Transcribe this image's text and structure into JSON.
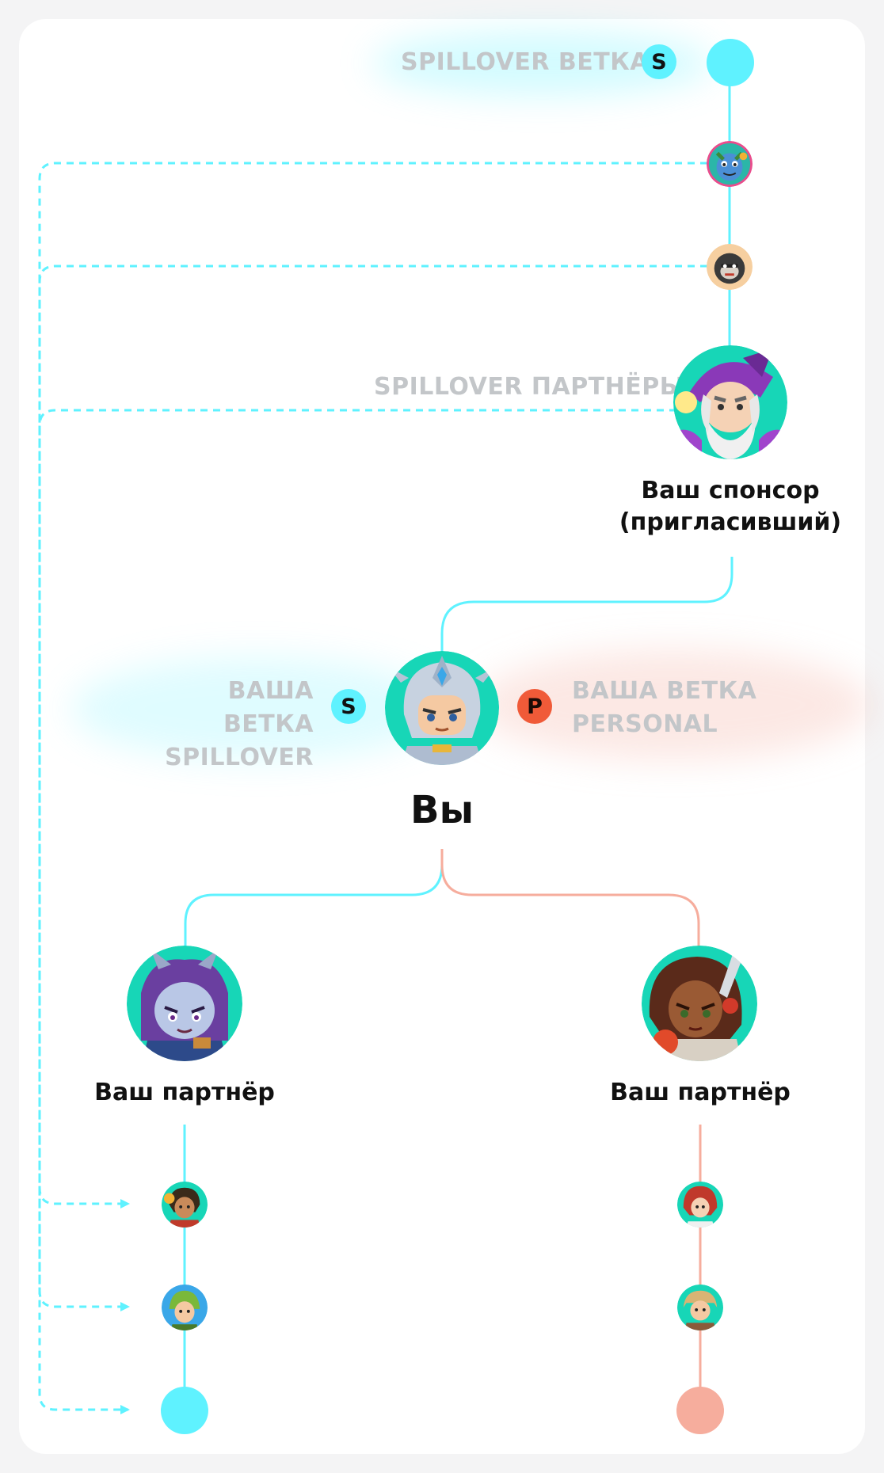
{
  "labels": {
    "spillover_branch_top": "SPILLOVER ВЕТКА",
    "spillover_partners": "SPILLOVER ПАРТНЁРЫ",
    "sponsor_line1": "Ваш спонсор",
    "sponsor_line2": "(пригласивший)",
    "your_branch_spillover_line1": "ВАША ВЕТКА",
    "your_branch_spillover_line2": "SPILLOVER",
    "your_branch_personal_line1": "ВАША ВЕТКА",
    "your_branch_personal_line2": "PERSONAL",
    "you": "Вы",
    "partner_left": "Ваш партнёр",
    "partner_right": "Ваш партнёр"
  },
  "badges": {
    "spillover": "S",
    "personal": "P"
  },
  "colors": {
    "spillover_line": "#5ff2ff",
    "personal_line": "#f6ad9d",
    "ghost_text": "#c3c6c9",
    "personal_badge": "#f05a38",
    "avatar_ring": "#17d6b7"
  },
  "avatars": {
    "chain_top": "blue-creature-avatar",
    "chain_mid": "gorilla-avatar",
    "sponsor": "wizard-avatar",
    "you": "knight-avatar",
    "partner_left": "demon-girl-avatar",
    "partner_right": "elf-warrior-avatar",
    "left_child_1": "hero-avatar",
    "left_child_2": "green-hair-avatar",
    "right_child_1": "red-hair-girl-avatar",
    "right_child_2": "blonde-avatar"
  }
}
